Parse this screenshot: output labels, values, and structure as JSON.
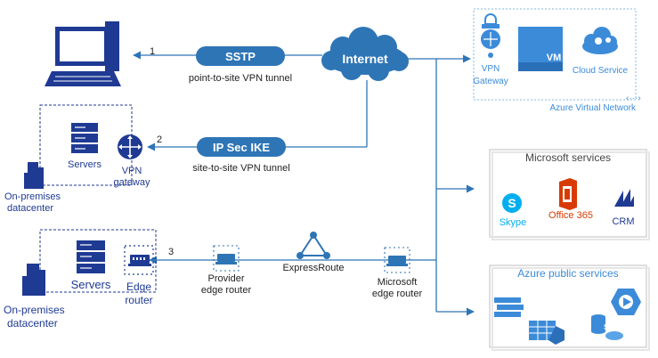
{
  "tunnels": {
    "sstp": {
      "pill": "SSTP",
      "caption": "point-to-site VPN tunnel",
      "num": "1"
    },
    "ipsec": {
      "pill": "IP Sec IKE",
      "caption": "site-to-site VPN tunnel",
      "num": "2"
    }
  },
  "internet": "Internet",
  "express": {
    "label": "ExpressRoute",
    "num": "3"
  },
  "onprem_top": {
    "servers": "Servers",
    "vpn_line1": "VPN",
    "vpn_line2": "gateway",
    "dc_line1": "On-premises",
    "dc_line2": "datacenter"
  },
  "onprem_bottom": {
    "servers": "Servers",
    "edge_line1": "Edge",
    "edge_line2": "router",
    "dc_line1": "On-premises",
    "dc_line2": "datacenter"
  },
  "provider_router": {
    "line1": "Provider",
    "line2": "edge router"
  },
  "microsoft_router": {
    "line1": "Microsoft",
    "line2": "edge router"
  },
  "azure_vnet": {
    "label": "Azure Virtual Network",
    "vpn_line1": "VPN",
    "vpn_line2": "Gateway",
    "vm": "VM",
    "cloud": "Cloud Service"
  },
  "ms_services": {
    "title": "Microsoft services",
    "skype": "Skype",
    "office": "Office 365",
    "crm": "CRM"
  },
  "azure_public": {
    "title": "Azure public services"
  },
  "colors": {
    "blue": "#2E75B6",
    "navy": "#1F3A93",
    "office": "#D83B01",
    "skype": "#00AFF0",
    "azure": "#3C8BD9"
  }
}
